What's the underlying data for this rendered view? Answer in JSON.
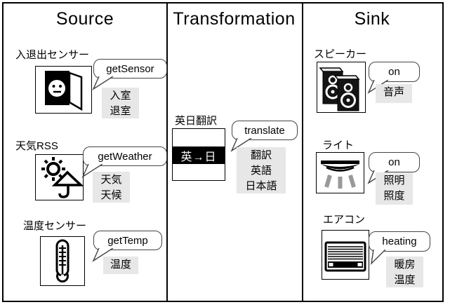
{
  "columns": {
    "source": {
      "title": "Source",
      "items": [
        {
          "label": "入退出センサー",
          "operation": "getSensor",
          "icon": "door-sensor-icon",
          "tags": [
            "入室",
            "退室"
          ]
        },
        {
          "label": "天気RSS",
          "operation": "getWeather",
          "icon": "weather-icon",
          "tags": [
            "天気",
            "天候"
          ]
        },
        {
          "label": "温度センサー",
          "operation": "getTemp",
          "icon": "thermometer-icon",
          "tags": [
            "温度"
          ]
        }
      ]
    },
    "transformation": {
      "title": "Transformation",
      "items": [
        {
          "label": "英日翻訳",
          "operation": "translate",
          "icon": "translate-icon",
          "icon_text": "英→日",
          "tags": [
            "翻訳",
            "英語",
            "日本語"
          ]
        }
      ]
    },
    "sink": {
      "title": "Sink",
      "items": [
        {
          "label": "スピーカー",
          "operation": "on",
          "icon": "speaker-icon",
          "tags": [
            "音声"
          ]
        },
        {
          "label": "ライト",
          "operation": "on",
          "icon": "light-icon",
          "tags": [
            "照明",
            "照度"
          ]
        },
        {
          "label": "エアコン",
          "operation": "heating",
          "icon": "aircon-icon",
          "tags": [
            "暖房",
            "温度"
          ]
        }
      ]
    }
  },
  "colors": {
    "border": "#000000",
    "bubble_border": "#444444",
    "tag_background": "#e7e7e7",
    "light_ray_gray": "#999999"
  }
}
